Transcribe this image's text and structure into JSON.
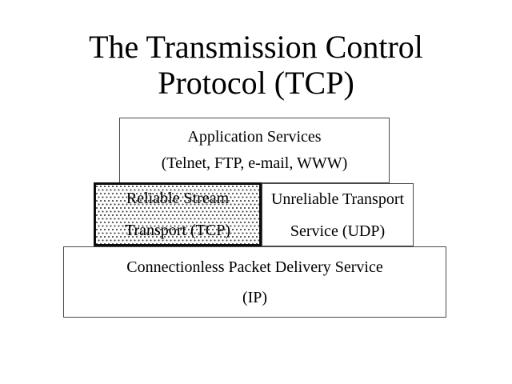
{
  "slide": {
    "title": {
      "line1": "The Transmission Control",
      "line2": "Protocol (TCP)"
    },
    "boxes": {
      "application": {
        "line1": "Application Services",
        "line2": "(Telnet, FTP, e-mail, WWW)"
      },
      "tcp": {
        "line1": "Reliable Stream",
        "line2": "Transport (TCP)"
      },
      "udp": {
        "line1": "Unreliable Transport",
        "line2": "Service (UDP)"
      },
      "ip": {
        "line1": "Connectionless Packet Delivery Service",
        "line2": "(IP)"
      }
    },
    "colors": {
      "background": "#ffffff",
      "text": "#000000",
      "thin_border": "#4a4a4a",
      "thick_border": "#0d0d0d",
      "stipple_dot": "#3d3d3d",
      "stipple_bg": "#fdfdfd"
    }
  }
}
